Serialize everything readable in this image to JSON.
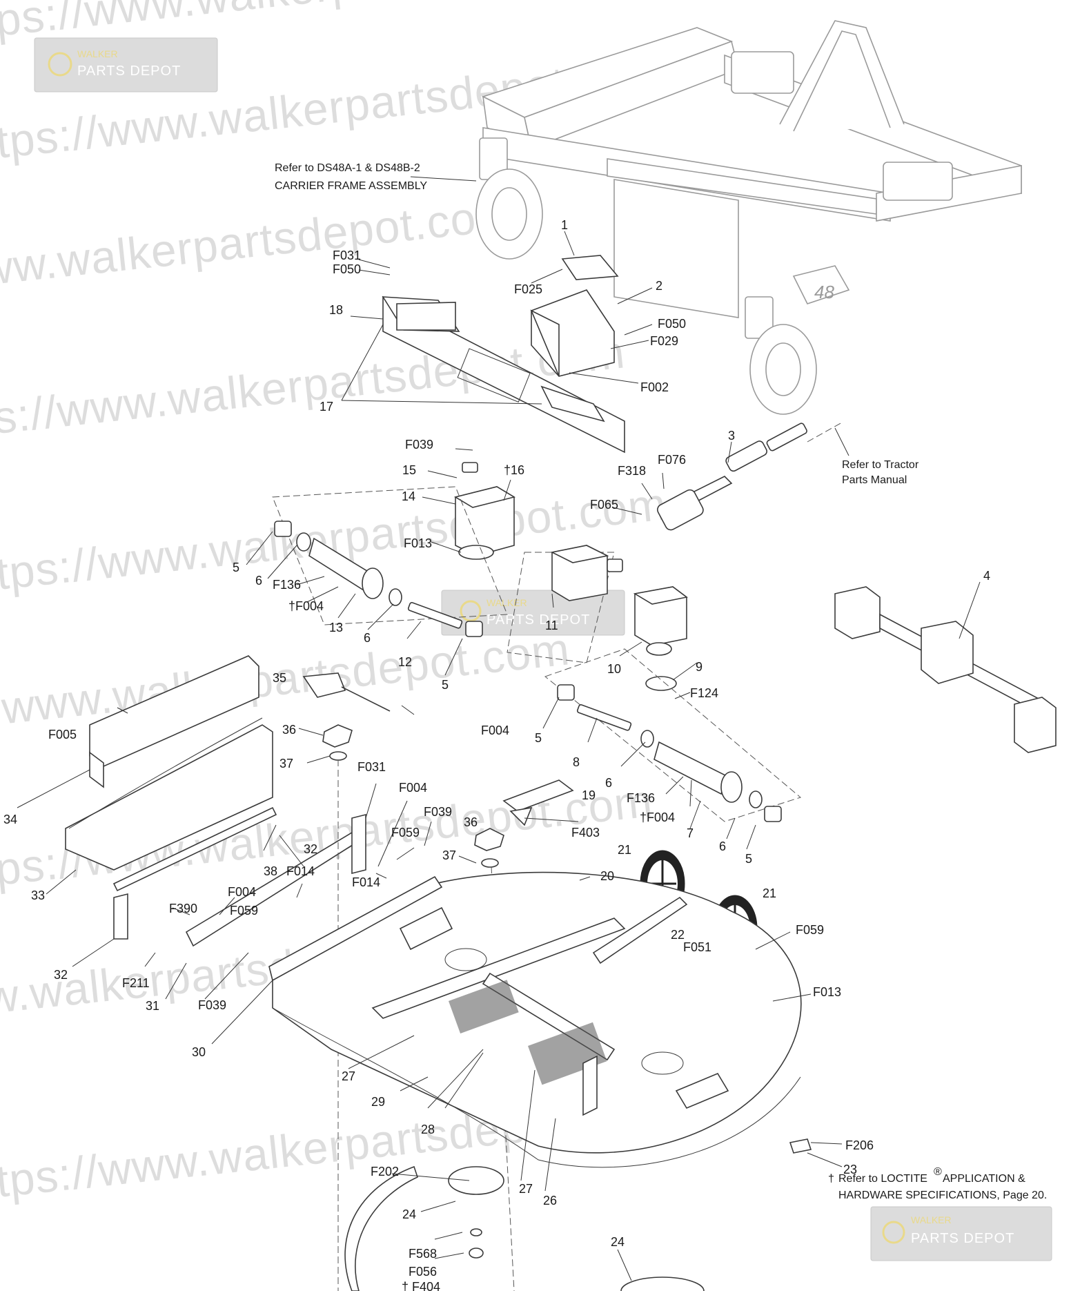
{
  "watermark": {
    "url_text": "https://www.walkerpartsdepot.com",
    "badge_line1": "WALKER",
    "badge_line2": "PARTS DEPOT"
  },
  "references": {
    "carrier_frame_line1": "Refer to DS48A-1 & DS48B-2",
    "carrier_frame_line2": "CARRIER FRAME ASSEMBLY",
    "tractor_line1": "Refer to Tractor",
    "tractor_line2": "Parts Manual",
    "loctite_dagger": "†",
    "loctite_line1": "Refer to LOCTITE",
    "loctite_reg": "®",
    "loctite_line1b": "APPLICATION &",
    "loctite_line2": "HARDWARE SPECIFICATIONS, Page 20."
  },
  "frame_badge": "48",
  "callouts": [
    {
      "id": "c1",
      "text": "1"
    },
    {
      "id": "c2",
      "text": "2"
    },
    {
      "id": "c3",
      "text": "3"
    },
    {
      "id": "c4",
      "text": "4"
    },
    {
      "id": "c5a",
      "text": "5"
    },
    {
      "id": "c5b",
      "text": "5"
    },
    {
      "id": "c5c",
      "text": "5"
    },
    {
      "id": "c5d",
      "text": "5"
    },
    {
      "id": "c6a",
      "text": "6"
    },
    {
      "id": "c6b",
      "text": "6"
    },
    {
      "id": "c6c",
      "text": "6"
    },
    {
      "id": "c6d",
      "text": "6"
    },
    {
      "id": "c7",
      "text": "7"
    },
    {
      "id": "c8",
      "text": "8"
    },
    {
      "id": "c9",
      "text": "9"
    },
    {
      "id": "c10",
      "text": "10"
    },
    {
      "id": "c11",
      "text": "11"
    },
    {
      "id": "c12",
      "text": "12"
    },
    {
      "id": "c13",
      "text": "13"
    },
    {
      "id": "c14",
      "text": "14"
    },
    {
      "id": "c15",
      "text": "15"
    },
    {
      "id": "c16",
      "text": "†16"
    },
    {
      "id": "c17",
      "text": "17"
    },
    {
      "id": "c18",
      "text": "18"
    },
    {
      "id": "c19",
      "text": "19"
    },
    {
      "id": "c20",
      "text": "20"
    },
    {
      "id": "c21a",
      "text": "21"
    },
    {
      "id": "c21b",
      "text": "21"
    },
    {
      "id": "c22",
      "text": "22"
    },
    {
      "id": "c23",
      "text": "23"
    },
    {
      "id": "c24a",
      "text": "24"
    },
    {
      "id": "c24b",
      "text": "24"
    },
    {
      "id": "c26",
      "text": "26"
    },
    {
      "id": "c27a",
      "text": "27"
    },
    {
      "id": "c27b",
      "text": "27"
    },
    {
      "id": "c28",
      "text": "28"
    },
    {
      "id": "c29",
      "text": "29"
    },
    {
      "id": "c30",
      "text": "30"
    },
    {
      "id": "c31",
      "text": "31"
    },
    {
      "id": "c32a",
      "text": "32"
    },
    {
      "id": "c32b",
      "text": "32"
    },
    {
      "id": "c33",
      "text": "33"
    },
    {
      "id": "c34",
      "text": "34"
    },
    {
      "id": "c35",
      "text": "35"
    },
    {
      "id": "c36a",
      "text": "36"
    },
    {
      "id": "c36b",
      "text": "36"
    },
    {
      "id": "c37a",
      "text": "37"
    },
    {
      "id": "c37b",
      "text": "37"
    },
    {
      "id": "c38",
      "text": "38"
    },
    {
      "id": "f002",
      "text": "F002"
    },
    {
      "id": "f004a",
      "text": "†F004"
    },
    {
      "id": "f004b",
      "text": "F004"
    },
    {
      "id": "f004c",
      "text": "†F004"
    },
    {
      "id": "f004d",
      "text": "F004"
    },
    {
      "id": "f004e",
      "text": "F004"
    },
    {
      "id": "f005",
      "text": "F005"
    },
    {
      "id": "f013a",
      "text": "F013"
    },
    {
      "id": "f013b",
      "text": "F013"
    },
    {
      "id": "f014a",
      "text": "F014"
    },
    {
      "id": "f014b",
      "text": "F014"
    },
    {
      "id": "f025",
      "text": "F025"
    },
    {
      "id": "f029",
      "text": "F029"
    },
    {
      "id": "f031a",
      "text": "F031"
    },
    {
      "id": "f031b",
      "text": "F031"
    },
    {
      "id": "f039a",
      "text": "F039"
    },
    {
      "id": "f039b",
      "text": "F039"
    },
    {
      "id": "f039c",
      "text": "F039"
    },
    {
      "id": "f050a",
      "text": "F050"
    },
    {
      "id": "f050b",
      "text": "F050"
    },
    {
      "id": "f051",
      "text": "F051"
    },
    {
      "id": "f056",
      "text": "F056"
    },
    {
      "id": "f059a",
      "text": "F059"
    },
    {
      "id": "f059b",
      "text": "F059"
    },
    {
      "id": "f059c",
      "text": "F059"
    },
    {
      "id": "f065",
      "text": "F065"
    },
    {
      "id": "f076",
      "text": "F076"
    },
    {
      "id": "f124",
      "text": "F124"
    },
    {
      "id": "f136a",
      "text": "F136"
    },
    {
      "id": "f136b",
      "text": "F136"
    },
    {
      "id": "f202",
      "text": "F202"
    },
    {
      "id": "f206",
      "text": "F206"
    },
    {
      "id": "f211",
      "text": "F211"
    },
    {
      "id": "f318",
      "text": "F318"
    },
    {
      "id": "f390",
      "text": "F390"
    },
    {
      "id": "f403",
      "text": "F403"
    },
    {
      "id": "f404",
      "text": "† F404"
    },
    {
      "id": "f568",
      "text": "F568"
    }
  ]
}
